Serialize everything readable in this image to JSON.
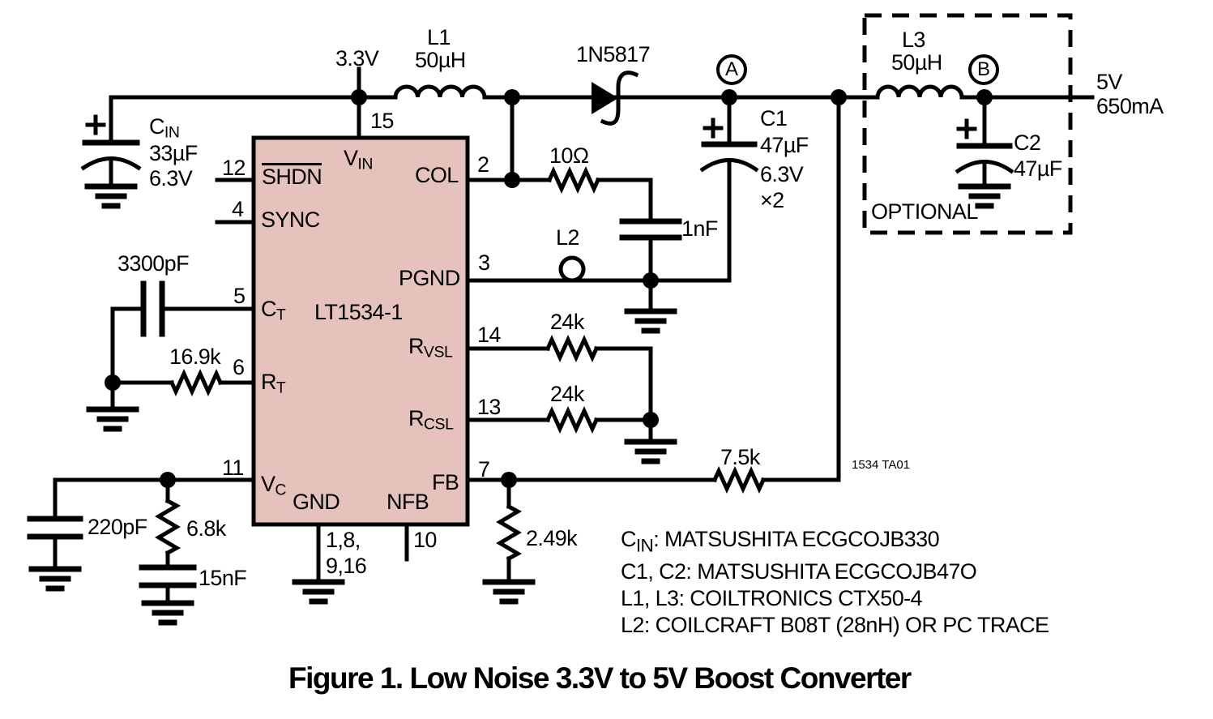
{
  "figure": {
    "caption": "Figure 1. Low Noise 3.3V to 5V Boost Converter",
    "tag": "1534 TA01"
  },
  "ic": {
    "part": "LT1534-1",
    "pins": {
      "vin": {
        "num": "15",
        "base": "V",
        "sub": "IN"
      },
      "shdn": {
        "num": "12",
        "label": "SHDN"
      },
      "sync": {
        "num": "4",
        "label": "SYNC"
      },
      "ct": {
        "num": "5",
        "base": "C",
        "sub": "T"
      },
      "rt": {
        "num": "6",
        "base": "R",
        "sub": "T"
      },
      "vc": {
        "num": "11",
        "base": "V",
        "sub": "C"
      },
      "col": {
        "num": "2",
        "label": "COL"
      },
      "pgnd": {
        "num": "3",
        "label": "PGND"
      },
      "rvsl": {
        "num": "14",
        "base": "R",
        "sub": "VSL"
      },
      "rcsl": {
        "num": "13",
        "base": "R",
        "sub": "CSL"
      },
      "fb": {
        "num": "7",
        "label": "FB"
      },
      "gnd": {
        "label": "GND",
        "nums_line1": "1,8,",
        "nums_line2": "9,16"
      },
      "nfb": {
        "label": "NFB",
        "num": "10"
      }
    }
  },
  "components": {
    "supply": {
      "label": "3.3V"
    },
    "cin": {
      "base": "C",
      "sub": "IN",
      "value": "33µF",
      "voltage": "6.3V"
    },
    "l1": {
      "name": "L1",
      "value": "50µH"
    },
    "diode": {
      "part": "1N5817"
    },
    "node_a": {
      "label": "A"
    },
    "c1": {
      "name": "C1",
      "value": "47µF",
      "voltage": "6.3V",
      "qty": "×2"
    },
    "r_snub": {
      "value": "10Ω"
    },
    "c_snub": {
      "value": "1nF"
    },
    "l2": {
      "name": "L2"
    },
    "r_vsl": {
      "value": "24k"
    },
    "r_csl": {
      "value": "24k"
    },
    "c_ct": {
      "value": "3300pF"
    },
    "r_t": {
      "value": "16.9k"
    },
    "c_vc1": {
      "value": "220pF"
    },
    "r_vc": {
      "value": "6.8k"
    },
    "c_vc2": {
      "value": "15nF"
    },
    "r_fb_low": {
      "value": "2.49k"
    },
    "r_fb_high": {
      "value": "7.5k"
    },
    "l3": {
      "name": "L3",
      "value": "50µH"
    },
    "node_b": {
      "label": "B"
    },
    "c2": {
      "name": "C2",
      "value": "47µF"
    },
    "optional_label": "OPTIONAL",
    "output": {
      "voltage": "5V",
      "current": "650mA"
    }
  },
  "notes": {
    "line1_base": "C",
    "line1_sub": "IN",
    "line1_rest": ": MATSUSHITA ECGCOJB330",
    "line2": "C1, C2: MATSUSHITA ECGCOJB47O",
    "line3": "L1, L3: COILTRONICS CTX50-4",
    "line4": "L2: COILCRAFT B08T (28nH) OR PC TRACE"
  },
  "colors": {
    "background": "#ffffff",
    "line": "#000000",
    "ic_fill": "#e5c2bc"
  }
}
